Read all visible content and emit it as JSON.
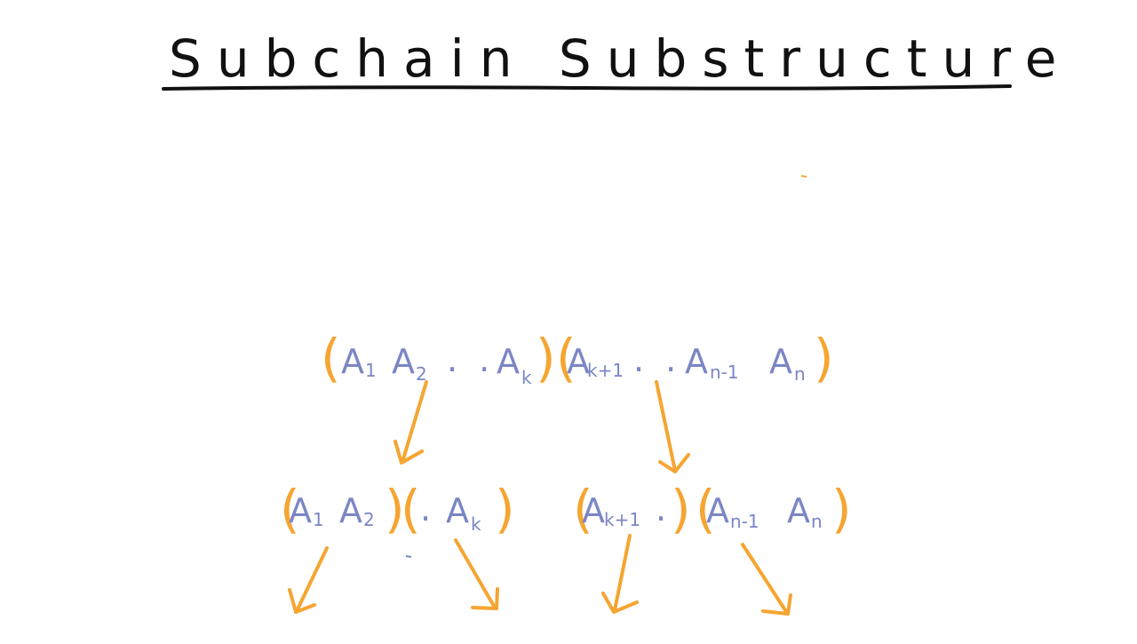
{
  "colors": {
    "ink": "#111111",
    "matrix": "#7b86c4",
    "bracket": "#f5a531",
    "arrow": "#f5a531",
    "background": "#ffffff"
  },
  "title": "Subchain Substructure",
  "row1": {
    "a1": "A",
    "a1_sub": "1",
    "a2": "A",
    "a2_sub": "2",
    "dots1": ". .",
    "ak": "A",
    "ak_sub": "k",
    "ak1": "A",
    "ak1_sub": "k+1",
    "dots2": ". .",
    "an1": "A",
    "an1_sub": "n-1",
    "an": "A",
    "an_sub": "n"
  },
  "row2": {
    "left_a1": "A",
    "left_a1_sub": "1",
    "left_a2": "A",
    "left_a2_sub": "2",
    "left_dots": ".",
    "left_ak": "A",
    "left_ak_sub": "k",
    "right_ak1": "A",
    "right_ak1_sub": "k+1",
    "right_dots": ".",
    "right_an1": "A",
    "right_an1_sub": "n-1",
    "right_an": "A",
    "right_an_sub": "n"
  },
  "brackets": {
    "open": "(",
    "close": ")"
  }
}
